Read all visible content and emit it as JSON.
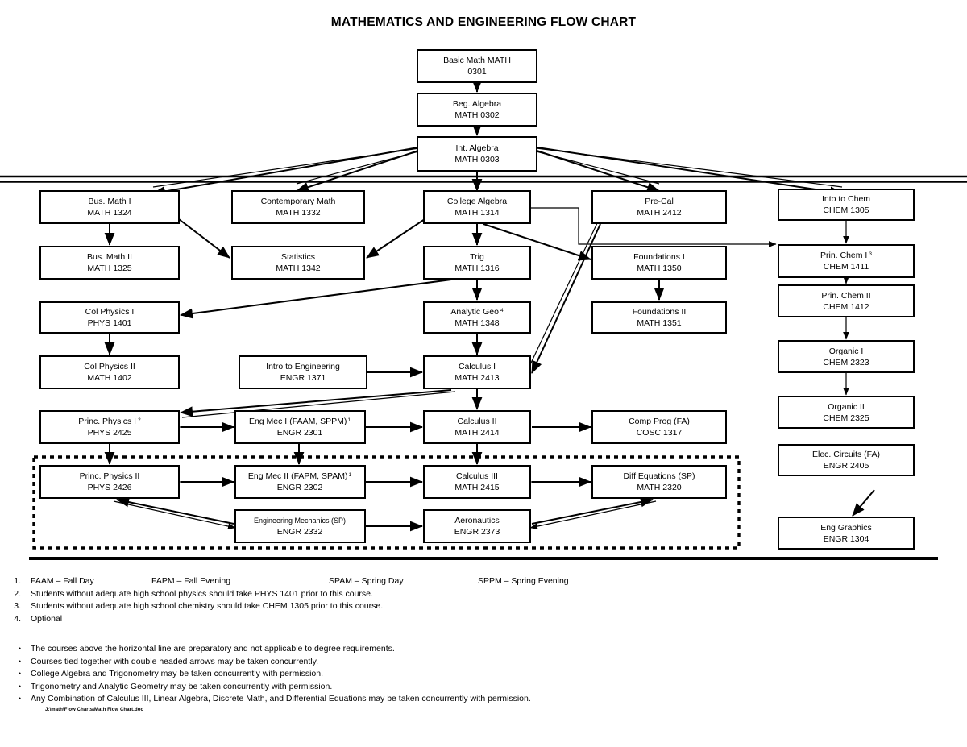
{
  "title": "MATHEMATICS AND ENGINEERING FLOW CHART",
  "colors": {
    "line": "#000000",
    "box_fill": "#ffffff",
    "text": "#000000"
  },
  "nodes": {
    "basic_math": {
      "name": "Basic Math MATH",
      "code": "0301"
    },
    "beg_algebra": {
      "name": "Beg. Algebra",
      "code": "MATH 0302"
    },
    "int_algebra": {
      "name": "Int. Algebra",
      "code": "MATH 0303"
    },
    "bus_math_1": {
      "name": "Bus. Math I",
      "code": "MATH 1324"
    },
    "bus_math_2": {
      "name": "Bus. Math II",
      "code": "MATH 1325"
    },
    "contemporary": {
      "name": "Contemporary Math",
      "code": "MATH 1332"
    },
    "statistics": {
      "name": "Statistics",
      "code": "MATH 1342"
    },
    "college_algebra": {
      "name": "College Algebra",
      "code": "MATH 1314"
    },
    "trig": {
      "name": "Trig",
      "code": "MATH 1316"
    },
    "analytic_geo": {
      "name": "Analytic Geo",
      "sup": "4",
      "code": "MATH 1348"
    },
    "calculus_1": {
      "name": "Calculus I",
      "code": "MATH 2413"
    },
    "calculus_2": {
      "name": "Calculus II",
      "code": "MATH 2414"
    },
    "calculus_3": {
      "name": "Calculus III",
      "code": "MATH 2415"
    },
    "pre_cal": {
      "name": "Pre-Cal",
      "code": "MATH 2412"
    },
    "foundations_1": {
      "name": "Foundations I",
      "code": "MATH 1350"
    },
    "foundations_2": {
      "name": "Foundations II",
      "code": "MATH 1351"
    },
    "col_physics_1": {
      "name": "Col Physics I",
      "code": "PHYS 1401"
    },
    "col_physics_2": {
      "name": "Col Physics II",
      "code": "MATH 1402"
    },
    "princ_physics_1": {
      "name": "Princ. Physics I",
      "sup": "2",
      "code": "PHYS 2425"
    },
    "princ_physics_2": {
      "name": "Princ. Physics II",
      "code": "PHYS 2426"
    },
    "intro_eng": {
      "name": "Intro to Engineering",
      "code": "ENGR 1371"
    },
    "eng_mec_1": {
      "name": "Eng Mec I",
      "paren": "(FAAM, SPPM)",
      "sup": "1",
      "code": "ENGR 2301"
    },
    "eng_mec_2": {
      "name": "Eng Mec II",
      "paren": "(FAPM, SPAM)",
      "sup": "1",
      "code": "ENGR 2302"
    },
    "eng_mechanics": {
      "name": "Engineering Mechanics (SP)",
      "code": "ENGR 2332"
    },
    "aeronautics": {
      "name": "Aeronautics",
      "code": "ENGR 2373"
    },
    "comp_prog": {
      "name": "Comp Prog (FA)",
      "code": "COSC 1317"
    },
    "diff_eq": {
      "name": "Diff Equations (SP)",
      "code": "MATH 2320"
    },
    "into_chem": {
      "name": "Into to Chem",
      "code": "CHEM 1305"
    },
    "prin_chem_1": {
      "name": "Prin. Chem I",
      "sup": "3",
      "code": "CHEM 1411"
    },
    "prin_chem_2": {
      "name": "Prin. Chem II",
      "code": "CHEM 1412"
    },
    "organic_1": {
      "name": "Organic I",
      "code": "CHEM 2323"
    },
    "organic_2": {
      "name": "Organic II",
      "code": "CHEM 2325"
    },
    "elec_circuits": {
      "name": "Elec. Circuits (FA)",
      "code": "ENGR 2405"
    },
    "eng_graphics": {
      "name": "Eng Graphics",
      "code": "ENGR 1304"
    }
  },
  "numbered_notes": [
    {
      "num": "1.",
      "segments": [
        "FAAM – Fall Day",
        "FAPM – Fall Evening",
        "SPAM – Spring Day",
        "SPPM – Spring Evening"
      ]
    },
    {
      "num": "2.",
      "text": "Students without adequate high school physics should take PHYS 1401 prior to this course."
    },
    {
      "num": "3.",
      "text": "Students without adequate high school chemistry should take CHEM 1305 prior to this course."
    },
    {
      "num": "4.",
      "text": "Optional"
    }
  ],
  "bullet_notes": [
    "The courses above the horizontal line are preparatory and not applicable to degree requirements.",
    "Courses tied together with double headed arrows may be taken concurrently.",
    "College Algebra and Trigonometry may be taken concurrently with permission.",
    "Trigonometry and Analytic Geometry may be taken concurrently with permission.",
    "Any Combination of Calculus III, Linear Algebra, Discrete Math, and Differential Equations may be taken concurrently with permission."
  ],
  "bullet_glyph": "•",
  "footer_path": "J:\\math\\Flow Charts\\Math Flow Chart.doc"
}
